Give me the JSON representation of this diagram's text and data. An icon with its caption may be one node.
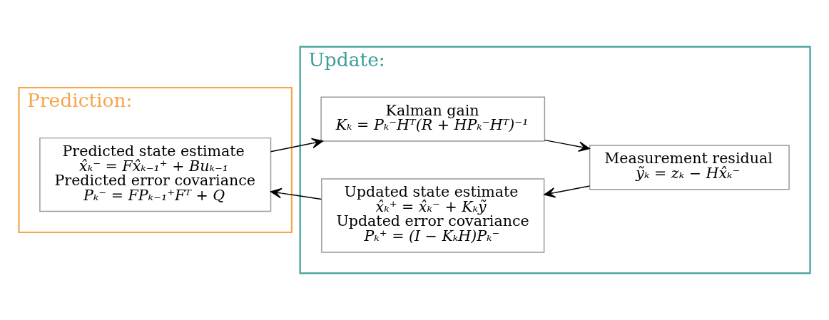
{
  "diagram": {
    "nodes": [
      {
        "text": [
          "Prediction:"
        ]
      },
      {
        "text": [
          "Predicted state estimate",
          "x̂ₖ⁻ = Fx̂ₖ₋₁⁺ + Buₖ₋₁",
          "Predicted error covariance",
          "Pₖ⁻ = FPₖ₋₁⁺Fᵀ + Q"
        ],
        "in": 0
      },
      {
        "text": [
          "Update:"
        ]
      },
      {
        "text": [
          "Kalman gain",
          "Kₖ = Pₖ⁻Hᵀ(R + HPₖ⁻Hᵀ)⁻¹"
        ],
        "in": 2
      },
      {
        "text": [
          "Measurement residual",
          "ỹₖ = zₖ − Hx̂ₖ⁻"
        ],
        "in": 2
      },
      {
        "text": [
          "Updated state estimate",
          "x̂ₖ⁺ = x̂ₖ⁻ + Kₖỹ",
          "Updated error covariance",
          "Pₖ⁺ = (I − KₖH)Pₖ⁻"
        ],
        "in": 2
      }
    ],
    "edges": [
      {
        "from": 1,
        "to": 3,
        "arrow": "to"
      },
      {
        "from": 3,
        "to": 4,
        "arrow": "to"
      },
      {
        "from": 4,
        "to": 5,
        "arrow": "to"
      },
      {
        "from": 5,
        "to": 1,
        "arrow": "to"
      }
    ]
  }
}
